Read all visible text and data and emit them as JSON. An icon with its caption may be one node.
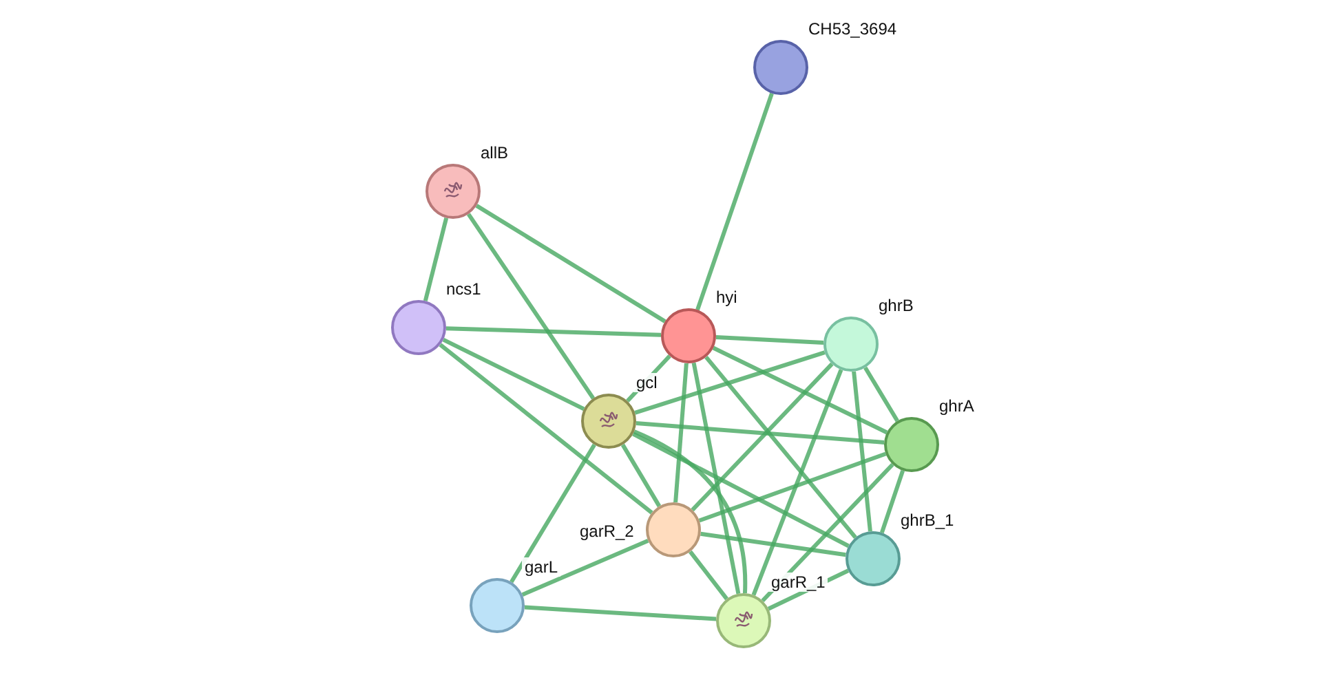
{
  "diagram": {
    "nodes": [
      {
        "text": [
          "CH53_3694"
        ]
      },
      {
        "text": [
          "allB"
        ]
      },
      {
        "text": [
          "ncs1"
        ]
      },
      {
        "text": [
          "hyi"
        ]
      },
      {
        "text": [
          "ghrB"
        ]
      },
      {
        "text": [
          "gcl"
        ]
      },
      {
        "text": [
          "ghrA"
        ]
      },
      {
        "text": [
          "garR_2"
        ]
      },
      {
        "text": [
          "ghrB_1"
        ]
      },
      {
        "text": [
          "garL"
        ]
      },
      {
        "text": [
          "garR_1"
        ]
      }
    ],
    "edges": [
      {
        "from": 3,
        "to": 0,
        "arrow": "none"
      },
      {
        "from": 1,
        "to": 2,
        "arrow": "none"
      },
      {
        "from": 1,
        "to": 3,
        "arrow": "none"
      },
      {
        "from": 1,
        "to": 5,
        "arrow": "none"
      },
      {
        "from": 2,
        "to": 3,
        "arrow": "none"
      },
      {
        "from": 2,
        "to": 5,
        "arrow": "none"
      },
      {
        "from": 2,
        "to": 7,
        "arrow": "none"
      },
      {
        "from": 3,
        "to": 4,
        "arrow": "none"
      },
      {
        "from": 3,
        "to": 6,
        "arrow": "none"
      },
      {
        "from": 3,
        "to": 5,
        "arrow": "none"
      },
      {
        "from": 3,
        "to": 7,
        "arrow": "none"
      },
      {
        "from": 3,
        "to": 10,
        "arrow": "none"
      },
      {
        "from": 3,
        "to": 8,
        "arrow": "none"
      },
      {
        "from": 5,
        "to": 4,
        "arrow": "none"
      },
      {
        "from": 5,
        "to": 6,
        "arrow": "none"
      },
      {
        "from": 5,
        "to": 7,
        "arrow": "none"
      },
      {
        "from": 5,
        "to": 10,
        "arrow": "none"
      },
      {
        "from": 5,
        "to": 8,
        "arrow": "none"
      },
      {
        "from": 5,
        "to": 9,
        "arrow": "none"
      },
      {
        "from": 4,
        "to": 6,
        "arrow": "none"
      },
      {
        "from": 4,
        "to": 8,
        "arrow": "none"
      },
      {
        "from": 4,
        "to": 7,
        "arrow": "none"
      },
      {
        "from": 4,
        "to": 10,
        "arrow": "none"
      },
      {
        "from": 6,
        "to": 8,
        "arrow": "none"
      },
      {
        "from": 6,
        "to": 7,
        "arrow": "none"
      },
      {
        "from": 6,
        "to": 10,
        "arrow": "none"
      },
      {
        "from": 7,
        "to": 8,
        "arrow": "none"
      },
      {
        "from": 7,
        "to": 10,
        "arrow": "none"
      },
      {
        "from": 7,
        "to": 9,
        "arrow": "none"
      },
      {
        "from": 9,
        "to": 10,
        "arrow": "none"
      },
      {
        "from": 8,
        "to": 10,
        "arrow": "none"
      }
    ]
  }
}
